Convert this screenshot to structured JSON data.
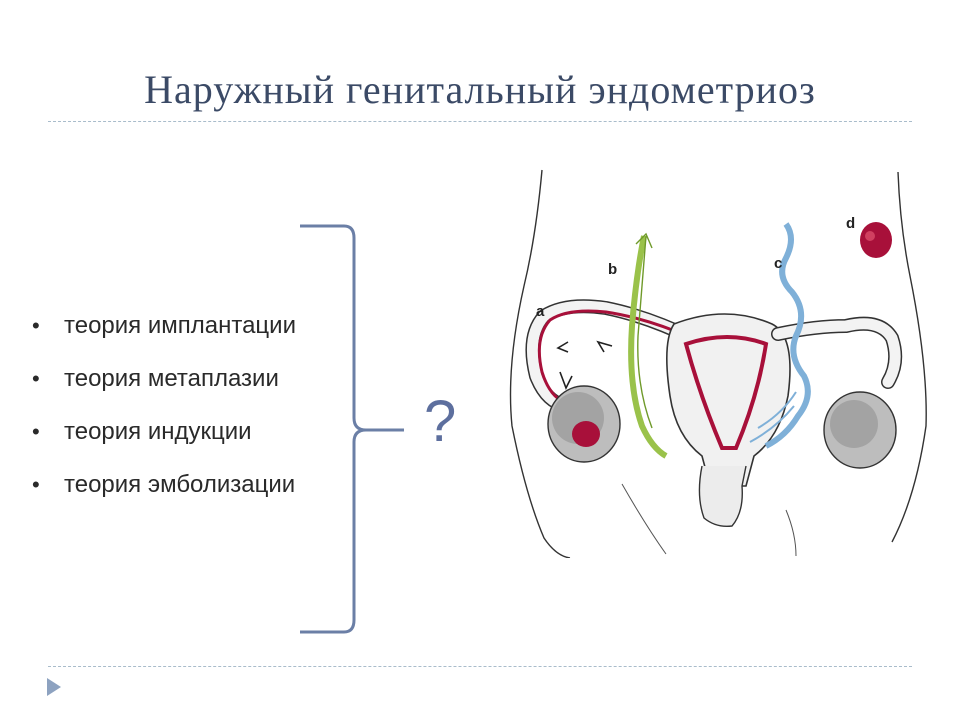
{
  "slide": {
    "title": "Наружный генитальный эндометриоз",
    "bullets": [
      "теория имплантации",
      "теория метаплазии",
      "теория индукции",
      "теория эмболизации"
    ],
    "question_mark": "?"
  },
  "figure": {
    "labels": {
      "a": "a",
      "b": "b",
      "c": "c",
      "d": "d"
    }
  },
  "colors": {
    "title": "#3b4a66",
    "accent": "#5d6f9e",
    "rule": "#a9bccb",
    "lesion_red": "#a8103a",
    "lymph_green": "#9ac24a",
    "vessel_blue": "#7fb0d8"
  },
  "icons": {
    "nav": "triangle-right-icon",
    "bullet": "bullet-dot-icon"
  }
}
